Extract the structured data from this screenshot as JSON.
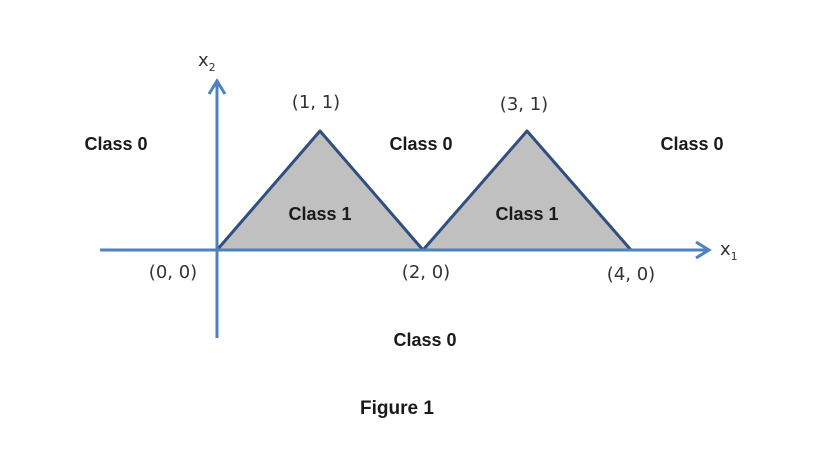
{
  "colors": {
    "axis": "#4f81bd",
    "triangle_fill": "#c0c0c0",
    "triangle_stroke": "#2f4f7f"
  },
  "axes": {
    "x_label": "x",
    "x_sub": "1",
    "y_label": "x",
    "y_sub": "2"
  },
  "points": {
    "p00": "(0, 0)",
    "p11": "(1, 1)",
    "p20": "(2, 0)",
    "p31": "(3, 1)",
    "p40": "(4, 0)"
  },
  "regions": {
    "left": "Class 0",
    "middle": "Class 0",
    "right": "Class 0",
    "bottom": "Class 0",
    "triangle1": "Class 1",
    "triangle2": "Class 1"
  },
  "caption": "Figure 1"
}
